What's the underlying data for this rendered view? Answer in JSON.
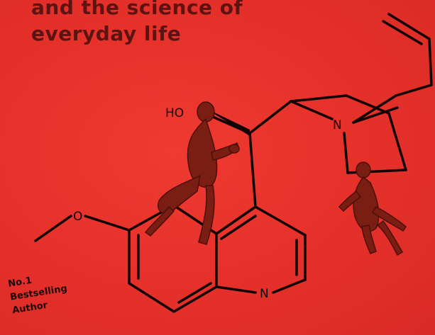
{
  "cover": {
    "title_line_1": "and the science of",
    "title_line_2": "everyday life",
    "badge_line_1": "No.1",
    "badge_line_2": "Bestselling",
    "badge_line_3": "Author"
  },
  "molecule": {
    "label_ho": "HO",
    "label_n_bridge": "N",
    "label_n_ring": "N"
  },
  "colors": {
    "background": "#e8322b",
    "title_text": "#5c1412",
    "bonds": "#120404",
    "monkey": "#7a1e14"
  }
}
